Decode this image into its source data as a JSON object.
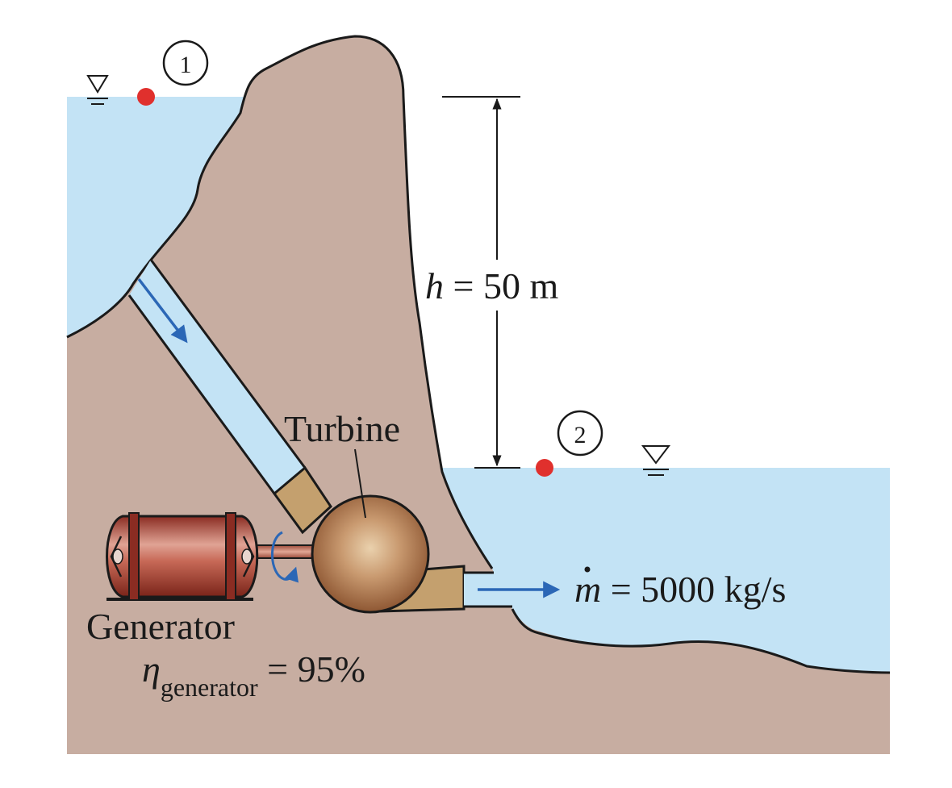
{
  "diagram": {
    "point_1_label": "1",
    "point_2_label": "2",
    "head_symbol": "h",
    "head_value": " = 50 m",
    "turbine_label": "Turbine",
    "generator_label": "Generator",
    "eta_symbol": "η",
    "eta_subscript": "generator",
    "eta_value": " = 95%",
    "mdot_symbol": "m",
    "mdot_value": " = 5000 kg/s"
  },
  "colors": {
    "water": "#c3e3f5",
    "rock": "#c7ada1",
    "outline": "#1a1a1a",
    "marker": "#e0302d",
    "arrow": "#2b67b6",
    "pipe_fitting": "#c4a06e",
    "generator_body": "#b84a3c",
    "turbine_center": "#e6c8a2",
    "turbine_edge": "#8e5733"
  },
  "icons": {
    "surface_marker_1": "water-surface-triangle-icon",
    "surface_marker_2": "water-surface-triangle-icon"
  }
}
